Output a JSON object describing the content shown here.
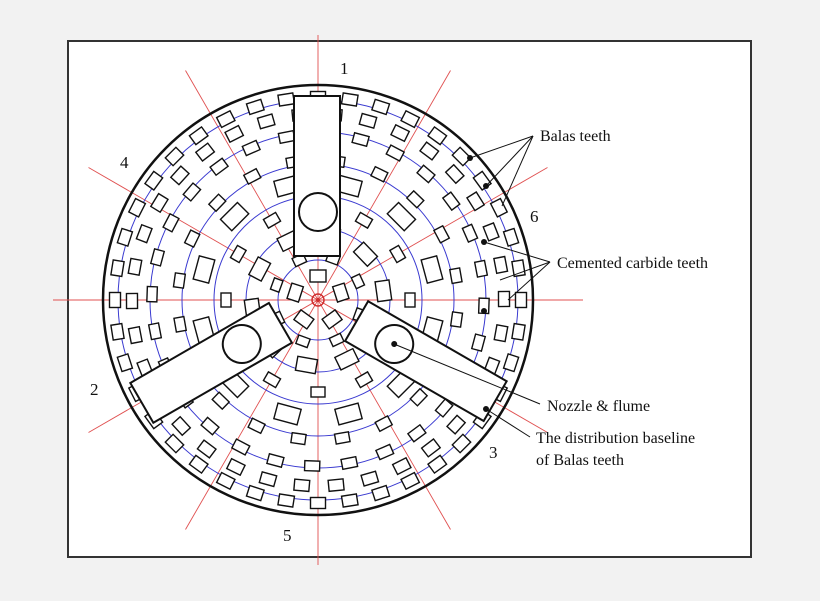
{
  "labels": {
    "n1": "1",
    "n2": "2",
    "n3": "3",
    "n4": "4",
    "n5": "5",
    "n6": "6"
  },
  "callouts": {
    "balas_teeth": "Balas teeth",
    "cemented_carbide_teeth": "Cemented carbide teeth",
    "nozzle_flume": "Nozzle  & flume",
    "baseline_line1": "The distribution baseline",
    "baseline_line2": "of Balas teeth"
  },
  "colors": {
    "ring": "#3a3ad0",
    "radial": "#e05050",
    "outline": "#111111"
  }
}
